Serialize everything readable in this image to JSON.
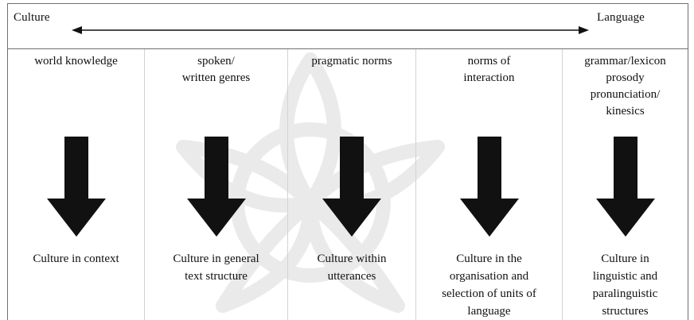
{
  "axis": {
    "left_label": "Culture",
    "right_label": "Language"
  },
  "columns": [
    {
      "top_text": "world knowledge",
      "bottom_text": "Culture in context"
    },
    {
      "top_text": "spoken/\nwritten genres",
      "bottom_text": "Culture in general\ntext structure"
    },
    {
      "top_text": "pragmatic norms",
      "bottom_text": "Culture within\nutterances"
    },
    {
      "top_text": "norms of\ninteraction",
      "bottom_text": "Culture in the\norganisation and\nselection of units of\nlanguage"
    },
    {
      "top_text": "grammar/lexicon\nprosody\npronunciation/\nkinesics",
      "bottom_text": "Culture in\nlinguistic and\nparalinguistic\nstructures"
    }
  ],
  "colors": {
    "arrow": "#111111",
    "frame": "#6f6f6f",
    "divider": "#d2d2d2",
    "watermark": "#9a9a9a"
  }
}
